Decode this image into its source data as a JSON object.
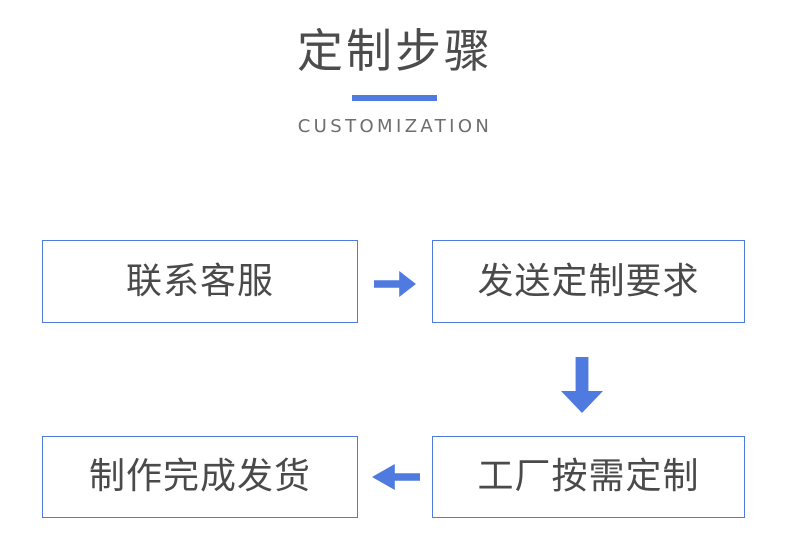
{
  "header": {
    "title": "定制步骤",
    "subtitle": "CUSTOMIZATION",
    "rule_color": "#4f7ae0",
    "title_color": "#4c4c4c",
    "subtitle_color": "#6e6e6e"
  },
  "theme": {
    "accent": "#4f7ae0",
    "background": "#ffffff",
    "box_border": "#4f7ae0",
    "box_text": "#4a4a4a"
  },
  "flow": {
    "steps": [
      {
        "label": "联系客服"
      },
      {
        "label": "发送定制要求"
      },
      {
        "label": "工厂按需定制"
      },
      {
        "label": "制作完成发货"
      }
    ],
    "connectors": [
      {
        "name": "arrow-right-icon",
        "direction": "right"
      },
      {
        "name": "arrow-down-icon",
        "direction": "down"
      },
      {
        "name": "arrow-left-icon",
        "direction": "left"
      }
    ]
  }
}
